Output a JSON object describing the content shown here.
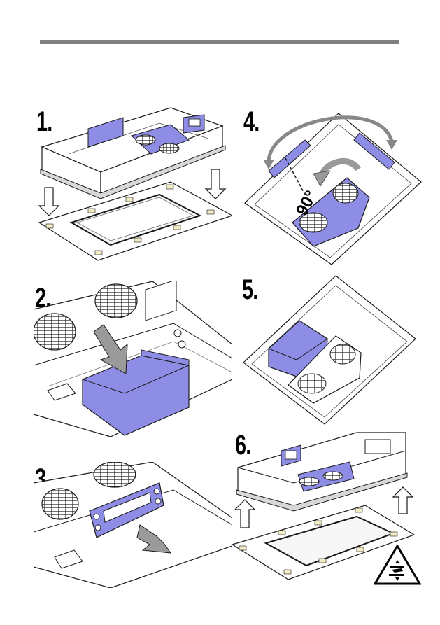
{
  "steps": {
    "s1": "1.",
    "s2": "2.",
    "s3": "3.",
    "s4": "4.",
    "s5": "5.",
    "s6": "6."
  },
  "angle_label": "90°",
  "colors": {
    "part_fill": "#8d8de6",
    "line": "#1a1a1a",
    "arrow_gray": "#9a9a9a",
    "rule_gray": "#7f7f7f",
    "mesh": "#222222",
    "filter_pad": "#f2ecc4"
  },
  "icons": {
    "warning": "hand-crush-warning-icon"
  }
}
